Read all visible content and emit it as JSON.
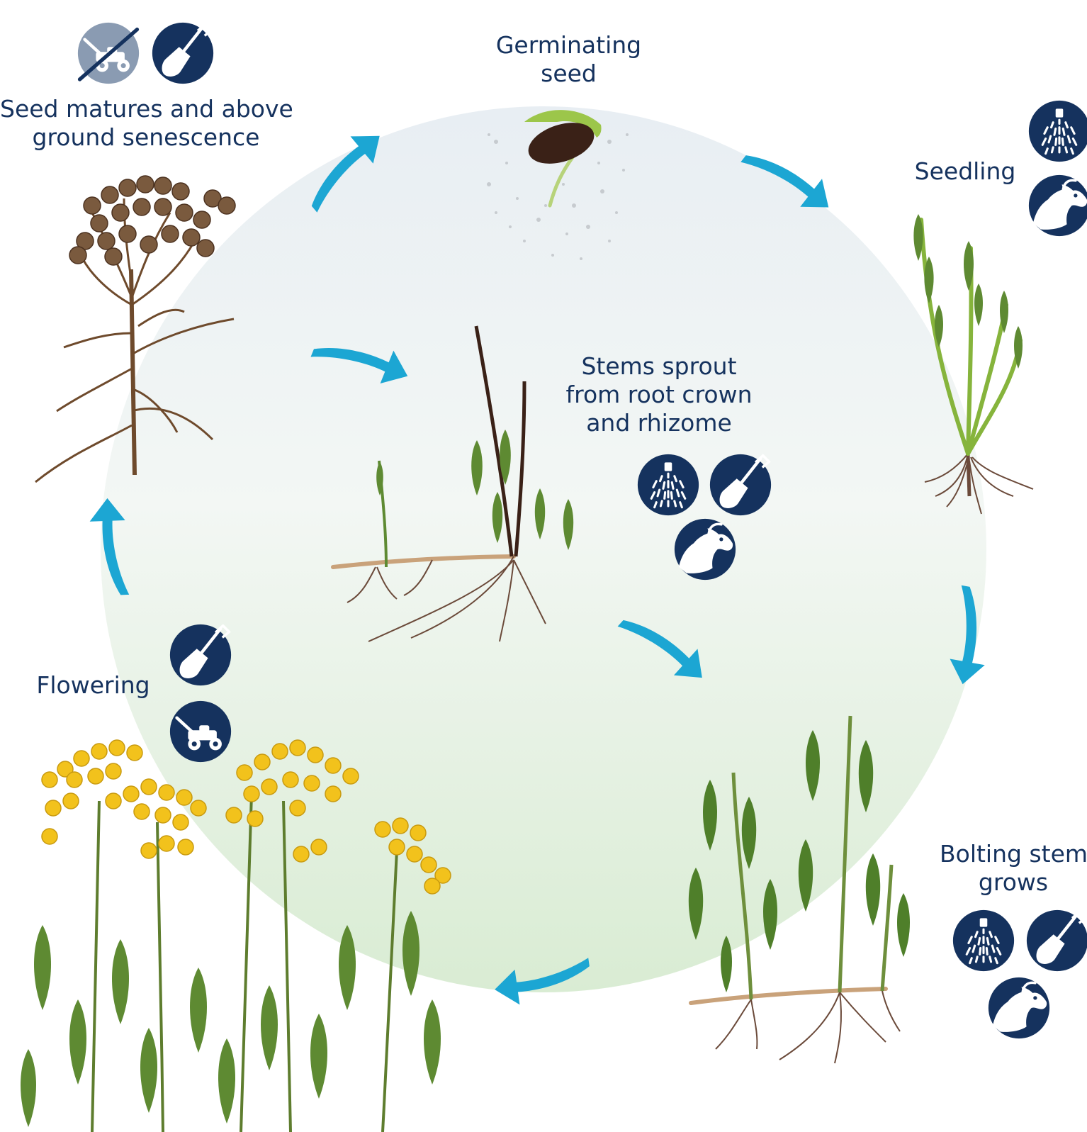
{
  "colors": {
    "navy": "#15325e",
    "arrow": "#1ca6d3",
    "circle_top": "#e6eef3",
    "circle_bottom": "#dceed6",
    "crossed_icon": "#8a9bb2",
    "foliage": "#5e8a32",
    "flower": "#f2c21c",
    "dead_plant": "#6e4a2c"
  },
  "stages": {
    "germinating": {
      "line1": "Germinating",
      "line2": "seed"
    },
    "seedling": {
      "line1": "Seedling"
    },
    "stems": {
      "line1": "Stems sprout",
      "line2": "from root crown",
      "line3": "and rhizome"
    },
    "bolting": {
      "line1": "Bolting stem",
      "line2": "grows"
    },
    "flowering": {
      "line1": "Flowering"
    },
    "senescence": {
      "line1": "Seed matures and above",
      "line2": "ground senescence"
    }
  },
  "icons": {
    "senescence": [
      "no-mowing-icon",
      "shovel-icon"
    ],
    "seedling": [
      "spray-icon",
      "goat-icon"
    ],
    "stems": [
      "spray-icon",
      "shovel-icon",
      "goat-icon"
    ],
    "bolting": [
      "spray-icon",
      "shovel-icon",
      "goat-icon"
    ],
    "flowering": [
      "shovel-icon",
      "mower-icon"
    ]
  }
}
